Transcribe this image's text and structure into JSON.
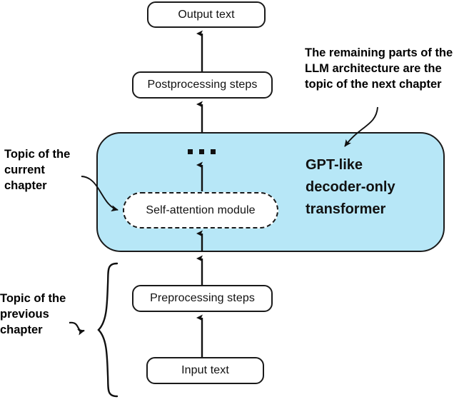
{
  "diagram": {
    "title": "LLM architecture overview",
    "colors": {
      "transformer_fill": "#b7e7f7",
      "stroke": "#1a1a1a",
      "text": "#111111"
    },
    "nodes": {
      "output_text": "Output text",
      "postprocessing": "Postprocessing steps",
      "self_attention": "Self-attention module",
      "preprocessing": "Preprocessing steps",
      "input_text": "Input text",
      "ellipsis": "..."
    },
    "transformer_label": "GPT-like\ndecoder-only\ntransformer",
    "annotations": {
      "next_chapter": "The remaining parts of the\nLLM architecture are the\ntopic of the next chapter",
      "current_chapter": "Topic of the\ncurrent\nchapter",
      "previous_chapter": "Topic of the\nprevious\nchapter"
    }
  }
}
